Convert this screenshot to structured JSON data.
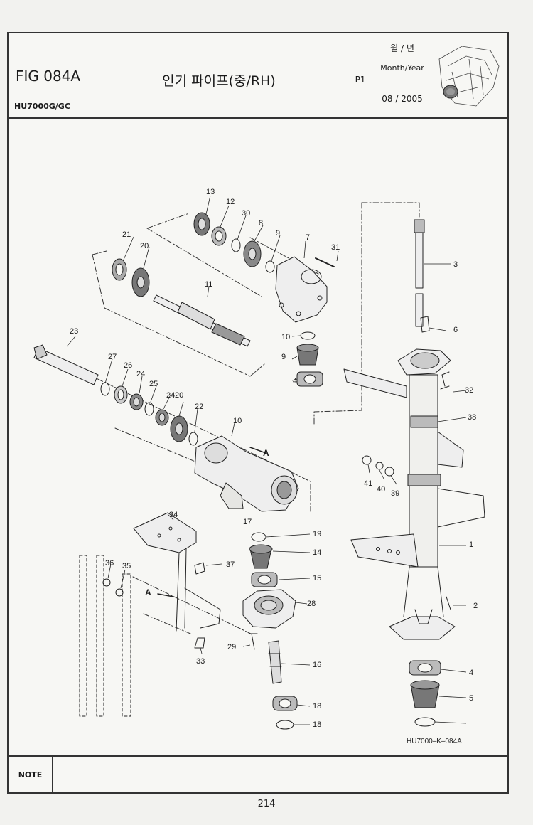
{
  "header": {
    "fig_no": "FIG 084A",
    "model": "HU7000G/GC",
    "title": "인기 파이프(중/RH)",
    "page_code": "P1",
    "date_label_kr": "월 / 년",
    "date_label_en": "Month/Year",
    "date_value": "08 / 2005"
  },
  "callouts": [
    "1",
    "2",
    "3",
    "4",
    "4",
    "5",
    "6",
    "7",
    "8",
    "9",
    "9",
    "10",
    "10",
    "11",
    "12",
    "13",
    "14",
    "15",
    "16",
    "17",
    "18",
    "18",
    "19",
    "20",
    "20",
    "21",
    "22",
    "23",
    "24",
    "24",
    "25",
    "26",
    "27",
    "28",
    "29",
    "30",
    "31",
    "32",
    "33",
    "34",
    "35",
    "36",
    "37",
    "38",
    "39",
    "40",
    "41"
  ],
  "view_markers": [
    "A",
    "A"
  ],
  "drawing_code": "HU7000–K–084A",
  "note": {
    "label": "NOTE",
    "text": ""
  },
  "page_number": "214",
  "colors": {
    "ink": "#222222",
    "paper": "#f7f7f4"
  }
}
